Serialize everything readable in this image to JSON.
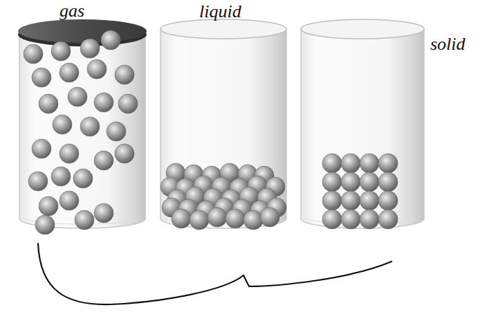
{
  "diagram": {
    "labels": [
      "gas",
      "liquid",
      "solid"
    ]
  }
}
